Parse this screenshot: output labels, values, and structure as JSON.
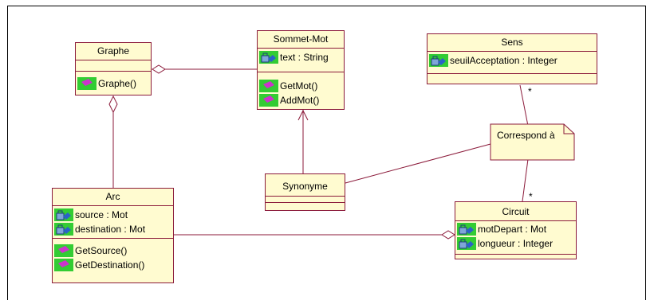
{
  "diagram": {
    "classes": {
      "graphe": {
        "name": "Graphe",
        "operations": [
          "Graphe()"
        ]
      },
      "sommet_mot": {
        "name": "Sommet-Mot",
        "attributes": [
          "text : String"
        ],
        "operations": [
          "GetMot()",
          "AddMot()"
        ]
      },
      "sens": {
        "name": "Sens",
        "attributes": [
          "seuilAcceptation : Integer"
        ]
      },
      "arc": {
        "name": "Arc",
        "attributes": [
          "source : Mot",
          "destination : Mot"
        ],
        "operations": [
          "GetSource()",
          "GetDestination()"
        ]
      },
      "synonyme": {
        "name": "Synonyme"
      },
      "circuit": {
        "name": "Circuit",
        "attributes": [
          "motDepart : Mot",
          "longueur : Integer"
        ]
      }
    },
    "note": "Correspond à",
    "multiplicities": {
      "sens_end": "*",
      "circuit_end": "*"
    },
    "colors": {
      "class_fill": "#fffbd0",
      "class_border": "#8b1a3a",
      "icon_green": "#33cc33",
      "operation_icon": "#cc33cc"
    }
  }
}
